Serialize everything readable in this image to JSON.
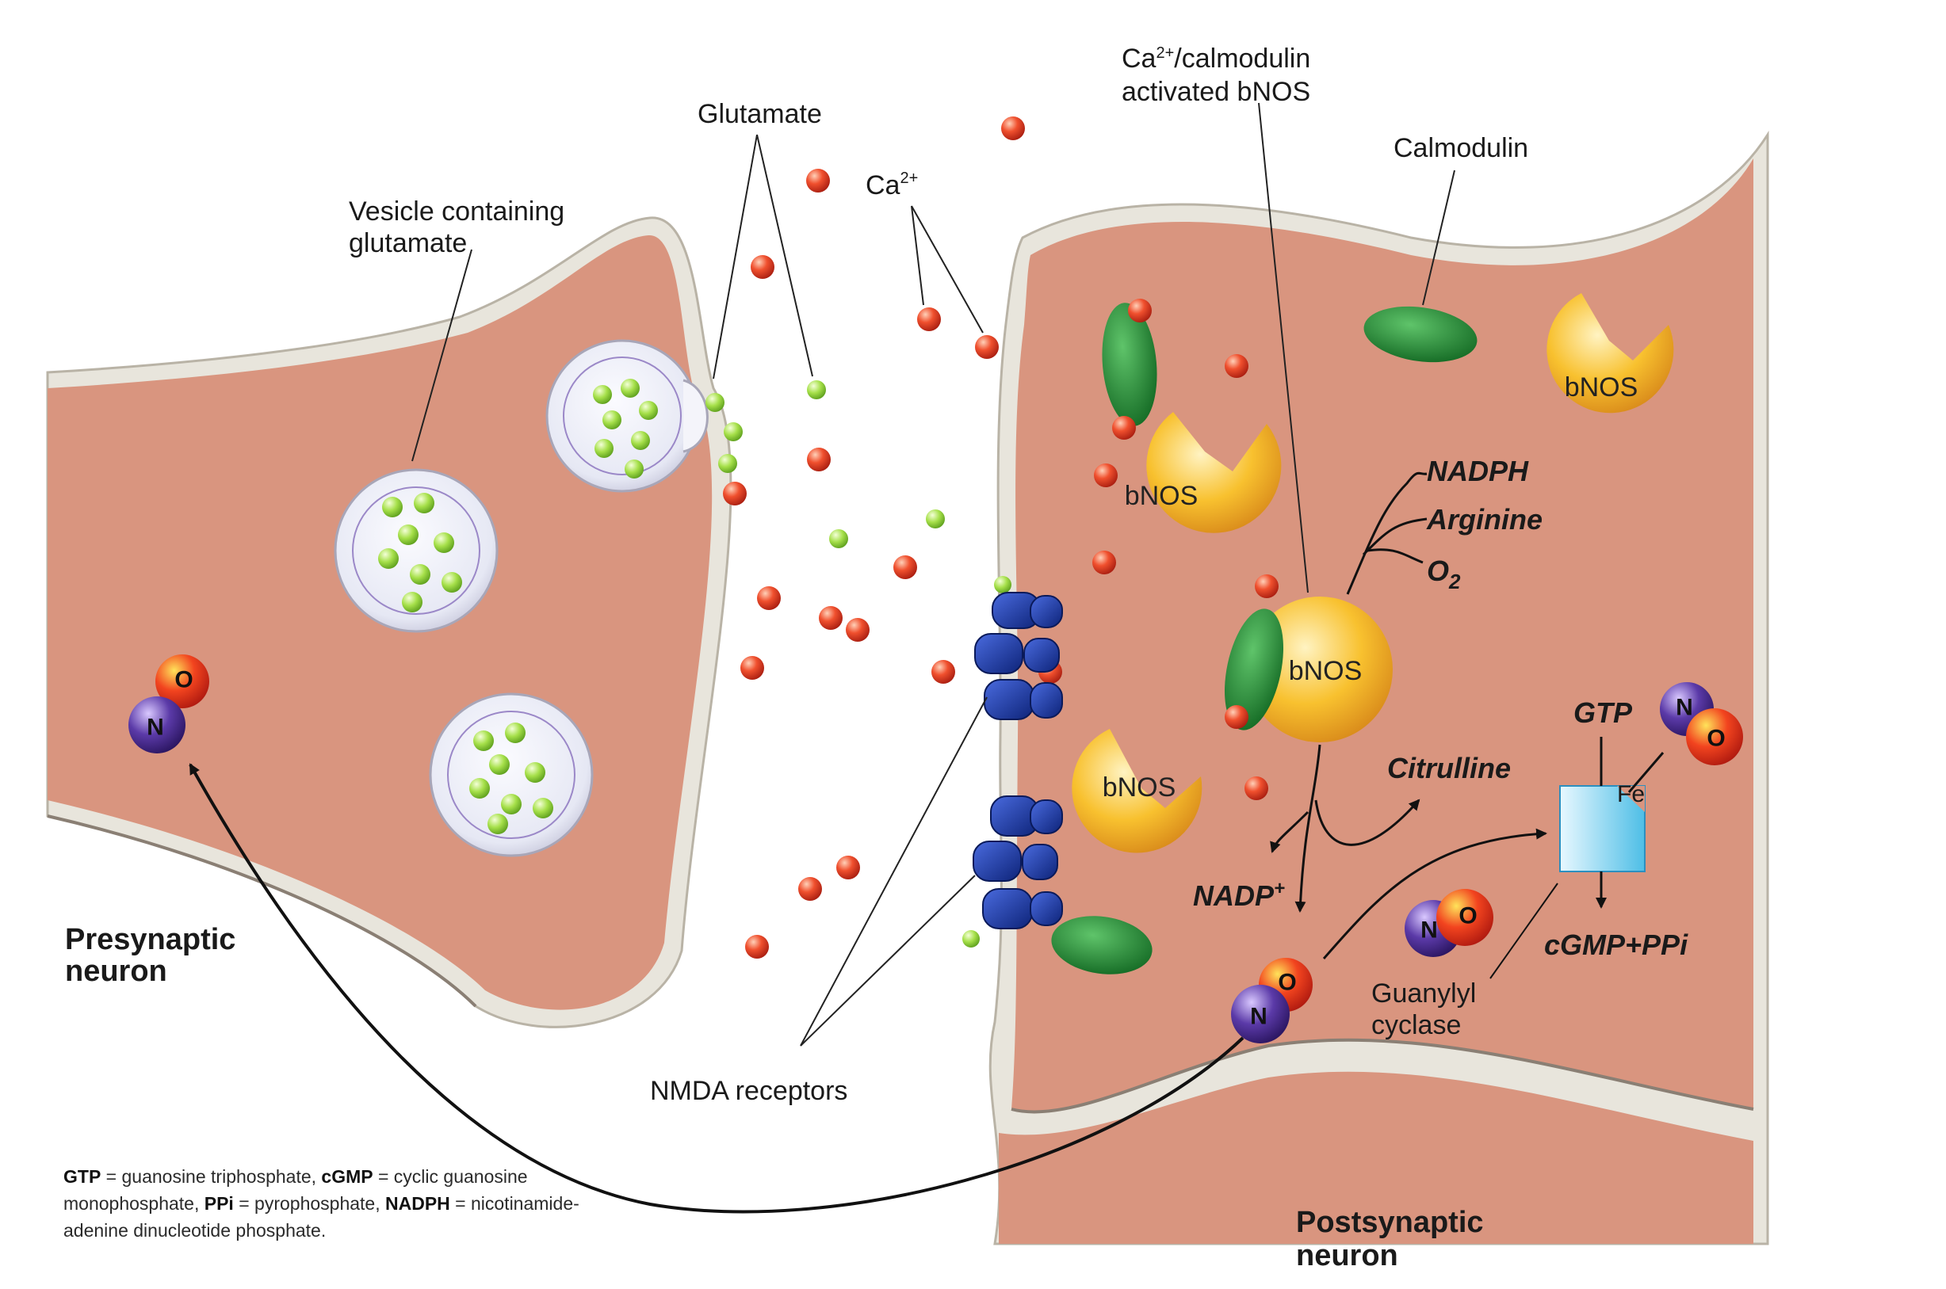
{
  "labels": {
    "glutamate": "Glutamate",
    "vesicle_line1": "Vesicle  containing",
    "vesicle_line2": "glutamate",
    "ca": "Ca",
    "ca_sup": "2+",
    "ca_calmod_line1_a": "Ca",
    "ca_calmod_line1_sup": "2+",
    "ca_calmod_line1_b": "/calmodulin",
    "ca_calmod_line2": "activated bNOS",
    "calmodulin": "Calmodulin",
    "bnos": "bNOS",
    "nadph": "NADPH",
    "arginine": "Arginine",
    "o2": "O",
    "o2_sub": "2",
    "citrulline": "Citrulline",
    "nadp": "NADP",
    "nadp_sup": "+",
    "gtp": "GTP",
    "fe": "Fe",
    "cgmp_ppi": "cGMP+PPi",
    "guanylyl_line1": "Guanylyl",
    "guanylyl_line2": "cyclase",
    "nmda": "NMDA receptors",
    "presynaptic_line1": "Presynaptic",
    "presynaptic_line2": "neuron",
    "postsynaptic_line1": "Postsynaptic",
    "postsynaptic_line2": "neuron",
    "atom_n": "N",
    "atom_o": "O"
  },
  "legend": [
    {
      "term": "GTP",
      "def": " = guanosine triphosphate, "
    },
    {
      "term": "cGMP",
      "def": " = cyclic guanosine monophosphate, "
    },
    {
      "term": "PPi",
      "def": " = pyrophosphate, "
    },
    {
      "term": "NADPH",
      "def": " = nicotinamide-adenine dinucleotide phosphate."
    }
  ],
  "colors": {
    "cytoplasm": "#d9957f",
    "membrane": "#e9e6dc",
    "calcium": "#e2452a",
    "glutamate": "#9fdb48",
    "bnos": "#f6b71f",
    "calmodulin": "#2f8f3a",
    "nmda": "#1f3fae",
    "nitrogen": "#4a2f8f",
    "oxygen": "#e8321f",
    "cyclase": "#7fd0ee"
  }
}
